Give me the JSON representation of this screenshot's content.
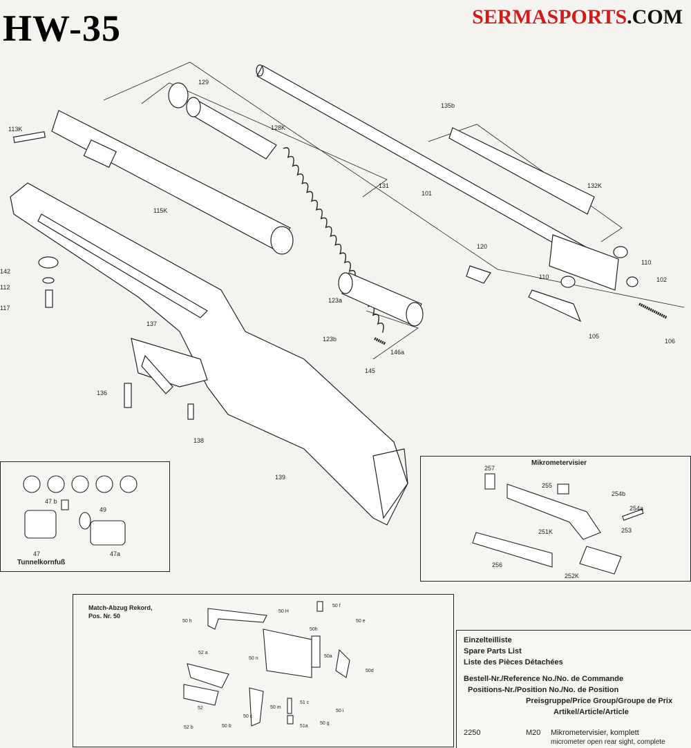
{
  "header": {
    "model": "HW-35",
    "brand_red": "SERMASPORTS",
    "brand_black": ".COM"
  },
  "labels": {
    "p129": "129",
    "p128k": "128K",
    "p135b": "135b",
    "p113k": "113K",
    "p131": "131",
    "p101": "101",
    "p132k": "132K",
    "p115k": "115K",
    "p120": "120",
    "p110a": "110",
    "p110b": "110",
    "p102": "102",
    "p142": "142",
    "p112": "112",
    "p117": "117",
    "p123a": "123a",
    "p123b": "123b",
    "p146a": "146a",
    "p145": "145",
    "p105": "105",
    "p106": "106",
    "p137": "137",
    "p136": "136",
    "p138": "138",
    "p139": "139"
  },
  "tunnel_box": {
    "title": "Tunnelkornfuß",
    "l47b": "47 b",
    "l49": "49",
    "l47": "47",
    "l47a": "47a"
  },
  "micro_box": {
    "title": "Mikrometervisier",
    "l257": "257",
    "l255": "255",
    "l254b": "254b",
    "l254a": "254a",
    "l251k": "251K",
    "l253": "253",
    "l256": "256",
    "l252k": "252K"
  },
  "trigger_box": {
    "title1": "Match-Abzug Rekord,",
    "title2": "Pos. Nr. 50",
    "l50h1": "50 h",
    "l50f": "50 f",
    "l50h2": "50 H",
    "l50e": "50 e",
    "l50h3": "50h",
    "l52a": "52 a",
    "l50n": "50 n",
    "l50a": "50a",
    "l50d": "50d",
    "l50m": "50 m",
    "l51c": "51 c",
    "l50c": "50 c",
    "l52": "52",
    "l52b": "52 b",
    "l50i": "50 i",
    "l51a": "51a",
    "l50g": "50 g",
    "l50b": "50 b"
  },
  "parts_list": {
    "h1": "Einzelteilliste",
    "h2": "Spare Parts List",
    "h3": "Liste des Pièces Détachées",
    "h4": "Bestell-Nr./Reference No./No. de Commande",
    "h5": "Positions-Nr./Position No./No. de Position",
    "h6": "Preisgruppe/Price Group/Groupe de Prix",
    "h7": "Artikel/Article/Article",
    "row_ref": "2250",
    "row_group": "M20",
    "row_desc": "Mikrometervisier, komplett",
    "row_desc2": "micrometer open rear sight, complete"
  }
}
